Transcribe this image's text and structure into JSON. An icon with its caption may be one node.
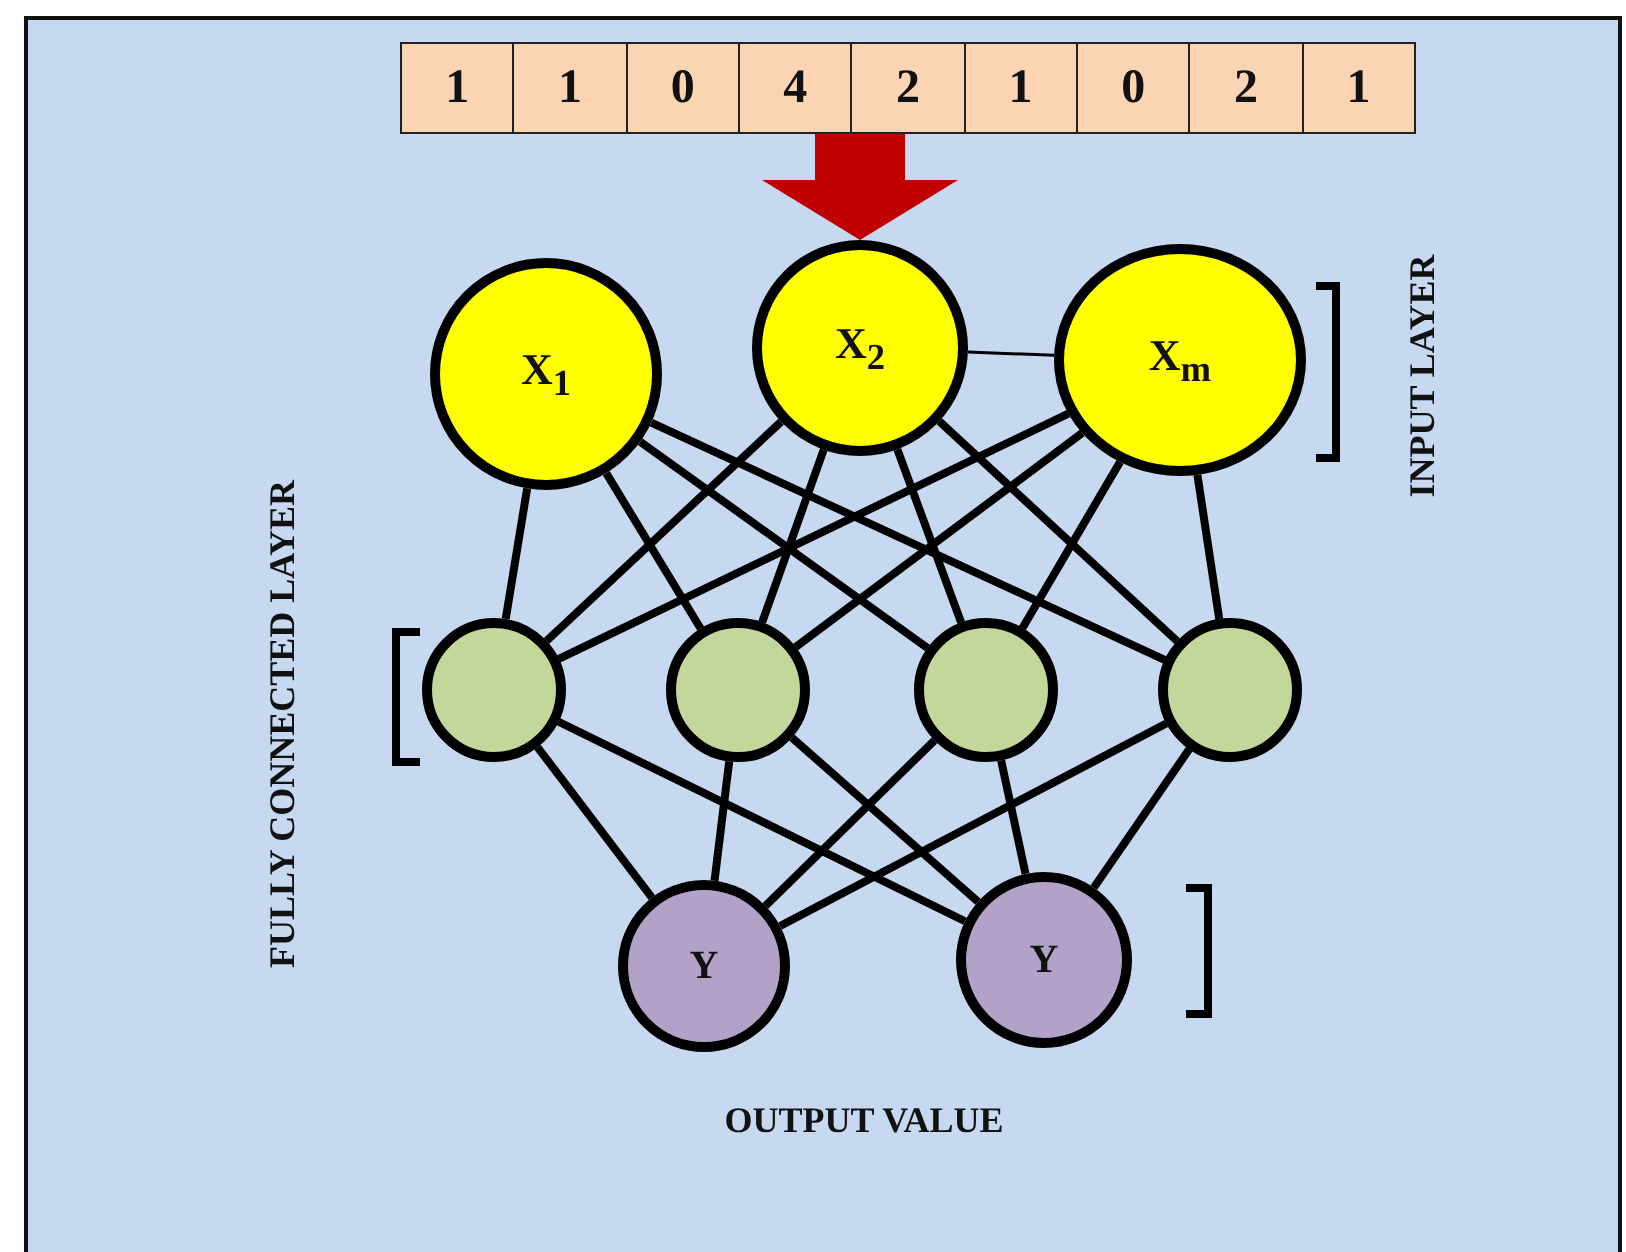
{
  "diagram": {
    "nodes": [
      {
        "text": [
          "1",
          "1",
          "0",
          "4",
          "2",
          "1",
          "0",
          "2",
          "1"
        ]
      },
      {
        "text": [
          "X$_{1}$"
        ]
      },
      {
        "text": [
          "X$_{2}$"
        ]
      },
      {
        "text": [
          "X$_{m}$"
        ]
      },
      {
        "text": [],
        "shape": "circle"
      },
      {
        "text": [],
        "shape": "circle"
      },
      {
        "text": [],
        "shape": "circle"
      },
      {
        "text": [],
        "shape": "circle"
      },
      {
        "text": [
          "Y"
        ]
      },
      {
        "text": [
          "Y"
        ]
      }
    ],
    "edges": [
      {
        "from": 0,
        "to": 2,
        "arrow": "to",
        "style": "thick",
        "color": "#c00000"
      },
      {
        "from": 2,
        "to": 3,
        "arrow": "none"
      },
      {
        "from": 1,
        "to": 4,
        "arrow": "none"
      },
      {
        "from": 1,
        "to": 5,
        "arrow": "none"
      },
      {
        "from": 1,
        "to": 6,
        "arrow": "none"
      },
      {
        "from": 1,
        "to": 7,
        "arrow": "none"
      },
      {
        "from": 2,
        "to": 4,
        "arrow": "none"
      },
      {
        "from": 2,
        "to": 5,
        "arrow": "none"
      },
      {
        "from": 2,
        "to": 6,
        "arrow": "none"
      },
      {
        "from": 2,
        "to": 7,
        "arrow": "none"
      },
      {
        "from": 3,
        "to": 4,
        "arrow": "none"
      },
      {
        "from": 3,
        "to": 5,
        "arrow": "none"
      },
      {
        "from": 3,
        "to": 6,
        "arrow": "none"
      },
      {
        "from": 3,
        "to": 7,
        "arrow": "none"
      },
      {
        "from": 4,
        "to": 8,
        "arrow": "none"
      },
      {
        "from": 4,
        "to": 9,
        "arrow": "none"
      },
      {
        "from": 5,
        "to": 8,
        "arrow": "none"
      },
      {
        "from": 5,
        "to": 9,
        "arrow": "none"
      },
      {
        "from": 6,
        "to": 8,
        "arrow": "none"
      },
      {
        "from": 6,
        "to": 9,
        "arrow": "none"
      },
      {
        "from": 7,
        "to": 8,
        "arrow": "none"
      },
      {
        "from": 7,
        "to": 9,
        "arrow": "none"
      }
    ],
    "labels": [
      "INPUT LAYER",
      "FULLY CONNECTED LAYER",
      "OUTPUT VALUE"
    ]
  }
}
